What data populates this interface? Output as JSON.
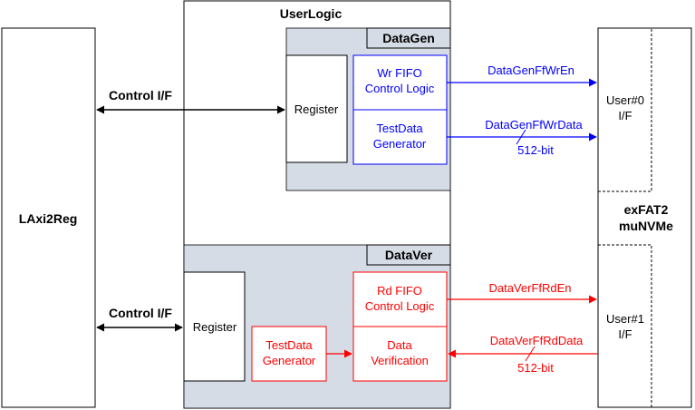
{
  "blocks": {
    "laxi2reg": "LAxi2Reg",
    "userlogic": "UserLogic",
    "datagen": "DataGen",
    "dataver": "DataVer",
    "exfat_line1": "exFAT2",
    "exfat_line2": "muNVMe"
  },
  "datagen": {
    "register": "Register",
    "wr_fifo_line1": "Wr FIFO",
    "wr_fifo_line2": "Control Logic",
    "testdata_line1": "TestData",
    "testdata_line2": "Generator"
  },
  "dataver": {
    "register": "Register",
    "rd_fifo_line1": "Rd FIFO",
    "rd_fifo_line2": "Control Logic",
    "testdata_line1": "TestData",
    "testdata_line2": "Generator",
    "verif_line1": "Data",
    "verif_line2": "Verification"
  },
  "interfaces": {
    "user0_line1": "User#0",
    "user0_line2": "I/F",
    "user1_line1": "User#1",
    "user1_line2": "I/F",
    "control_if_top": "Control I/F",
    "control_if_bottom": "Control I/F"
  },
  "signals": {
    "datagen_wr_en": "DataGenFfWrEn",
    "datagen_wr_data": "DataGenFfWrData",
    "datagen_width": "512-bit",
    "dataver_rd_en": "DataVerFfRdEn",
    "dataver_rd_data": "DataVerFfRdData",
    "dataver_width": "512-bit"
  },
  "colors": {
    "blue": "#0000ff",
    "red": "#ff0000",
    "panel": "#d6dce5",
    "black": "#000000"
  }
}
